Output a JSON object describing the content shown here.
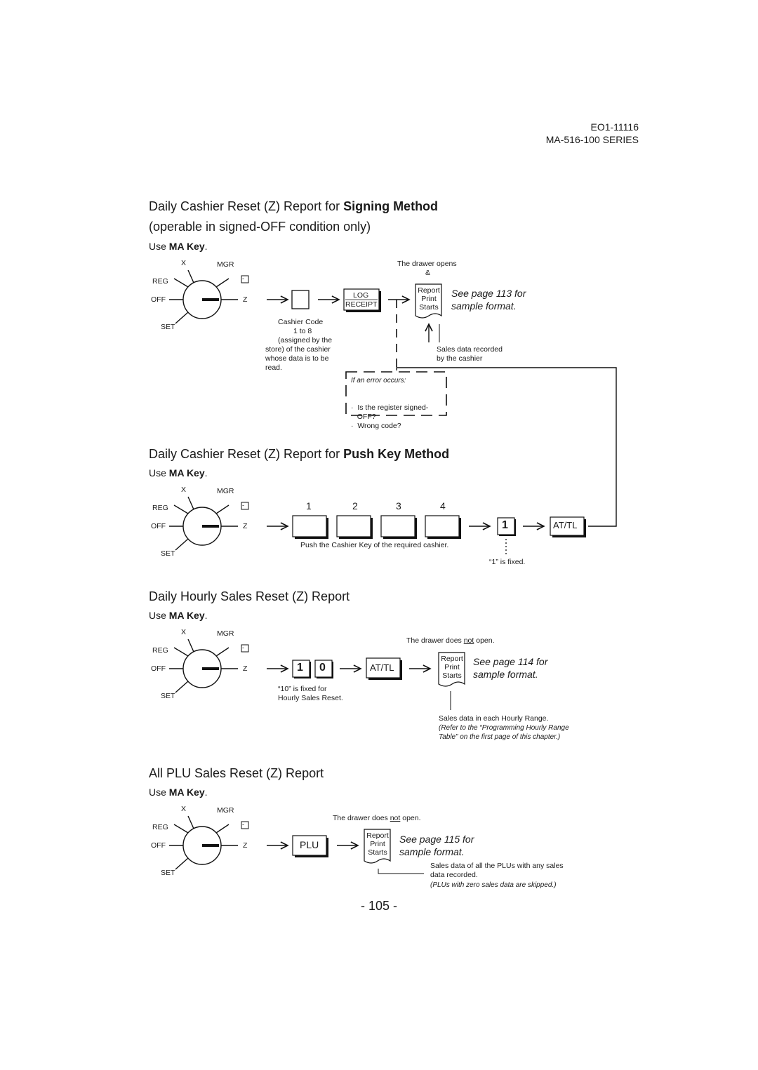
{
  "header": {
    "doc_number": "EO1-11116",
    "series": "MA-516-100 SERIES"
  },
  "dial": {
    "x": "X",
    "mgr": "MGR",
    "reg": "REG",
    "off": "OFF",
    "set": "SET",
    "z": "Z",
    "minus": "-"
  },
  "report_doc": {
    "report": "Report",
    "print": "Print",
    "starts": "Starts"
  },
  "section1": {
    "title_pre": "Daily Cashier Reset (Z) Report for ",
    "title_bold": "Signing Method",
    "subtitle": "(operable in signed-OFF condition only)",
    "use_pre": "Use ",
    "use_key": "MA Key",
    "use_post": ".",
    "cashier_code_note": [
      "Cashier Code",
      "1 to 8",
      "(assigned by the",
      "store) of the cashier",
      "whose data is to be",
      "read."
    ],
    "key_log": "LOG",
    "key_receipt": "RECEIPT",
    "drawer_opens": "The drawer opens",
    "amp": "&",
    "see_page": "See page 113 for",
    "sample_format": "sample format.",
    "sales_data": [
      "Sales data recorded",
      "by the cashier"
    ],
    "error_title": "If an error occurs:",
    "error_items": [
      "·  Is the register signed-",
      "   OFF?",
      "·  Wrong code?"
    ]
  },
  "section2": {
    "title_pre": "Daily Cashier Reset (Z) Report for ",
    "title_bold": "Push Key Method",
    "use_pre": "Use ",
    "use_key": "MA Key",
    "use_post": ".",
    "key_numbers": [
      "1",
      "2",
      "3",
      "4"
    ],
    "push_note": "Push the Cashier Key of the required cashier.",
    "key_one": "1",
    "fixed_note": "“1” is fixed.",
    "key_attl": "AT/TL"
  },
  "section3": {
    "title": "Daily Hourly Sales Reset (Z) Report",
    "use_pre": "Use ",
    "use_key": "MA Key",
    "use_post": ".",
    "key_1": "1",
    "key_0": "0",
    "fixed_note": [
      "“10” is fixed for",
      "Hourly Sales Reset."
    ],
    "key_attl": "AT/TL",
    "drawer_pre": "The drawer does ",
    "drawer_not": "not",
    "drawer_post": " open.",
    "see_page": "See page 114 for",
    "sample_format": "sample format.",
    "sales_data": "Sales data in each Hourly Range.",
    "refer_note": [
      "(Refer to the “Programming Hourly Range",
      "Table” on the first page of this chapter.)"
    ]
  },
  "section4": {
    "title": "All PLU Sales Reset (Z) Report",
    "use_pre": "Use ",
    "use_key": "MA Key",
    "use_post": ".",
    "key_plu": "PLU",
    "drawer_pre": "The drawer does ",
    "drawer_not": "not",
    "drawer_post": " open.",
    "see_page": "See page 115 for",
    "sample_format": "sample format.",
    "sales_data": [
      "Sales data of all the PLUs with any sales",
      "data recorded."
    ],
    "skip_note": "(PLUs with zero sales data are skipped.)"
  },
  "page_number": "- 105 -"
}
